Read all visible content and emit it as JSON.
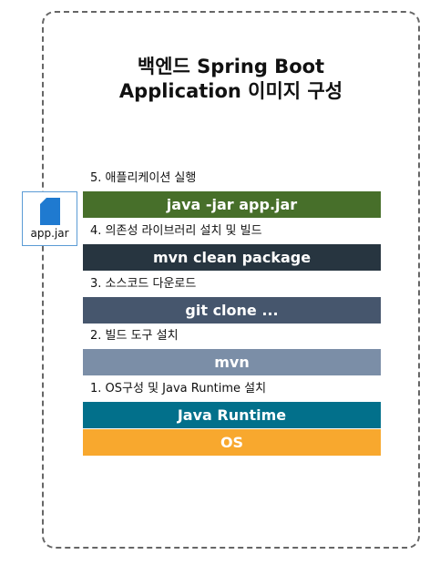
{
  "title": {
    "line1": "백엔드 Spring Boot",
    "line2": "Application 이미지 구성"
  },
  "steps": [
    {
      "label": "5. 애플리케이션 실행",
      "bar": "java -jar app.jar",
      "color": "#476f2a"
    },
    {
      "label": "4. 의존성 라이브러리 설치 및 빌드",
      "bar": "mvn clean package",
      "color": "#273540"
    },
    {
      "label": "3. 소스코드 다운로드",
      "bar": "git clone ...",
      "color": "#46566d"
    },
    {
      "label": "2. 빌드 도구 설치",
      "bar": "mvn",
      "color": "#7b8ea7"
    },
    {
      "label": "1. OS구성 및 Java Runtime 설치",
      "bar": "Java Runtime",
      "color": "#02708b"
    }
  ],
  "base": {
    "bar": "OS",
    "color": "#f8a82e"
  },
  "artifact": {
    "label": "app.jar",
    "icon": "file-icon",
    "border_color": "#5b9bd5",
    "icon_color": "#1f7ad0"
  }
}
